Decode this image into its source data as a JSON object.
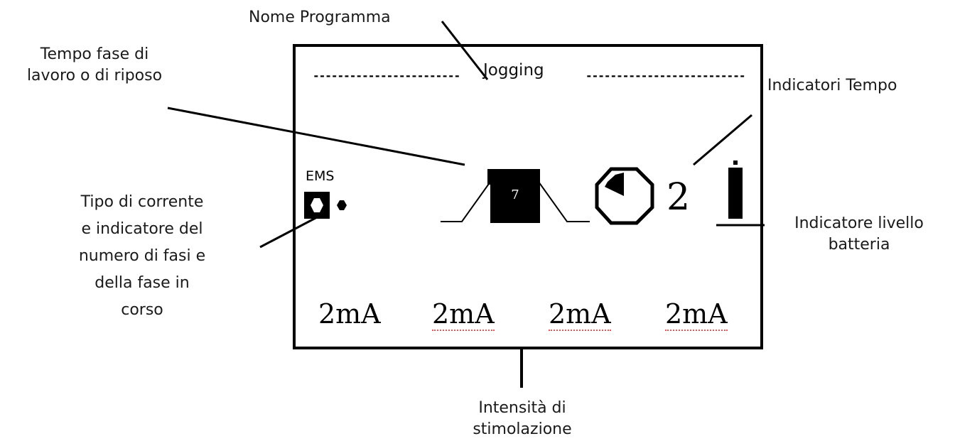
{
  "callouts": {
    "program_name": "Nome Programma",
    "phase_time": [
      "Tempo fase di",
      "lavoro o di riposo"
    ],
    "time_indicators": "Indicatori  Tempo",
    "current_type": [
      "Tipo di corrente",
      "e indicatore del",
      "numero di fasi e",
      "della fase in",
      "corso"
    ],
    "battery": [
      "Indicatore livello",
      "batteria"
    ],
    "intensity": [
      "Intensità di",
      "stimolazione"
    ]
  },
  "display": {
    "program": "Jogging",
    "mode": "EMS",
    "phase_time": "7",
    "timer": "2",
    "channels": [
      "2mA",
      "2mA",
      "2mA",
      "2mA"
    ]
  }
}
